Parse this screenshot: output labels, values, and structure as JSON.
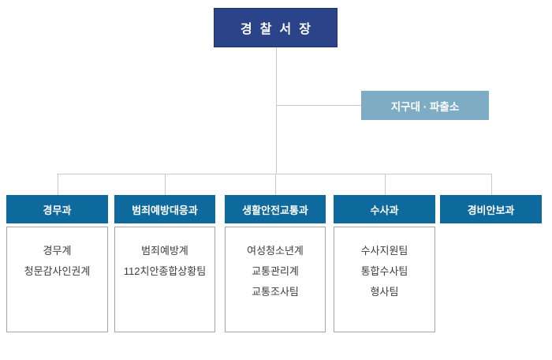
{
  "colors": {
    "navy": "#2a4389",
    "teal": "#0e699c",
    "light_blue": "#7dacc4",
    "line": "#c9c9c9",
    "box_border": "#a5a5a5",
    "item_text": "#3d3d3d"
  },
  "chief": {
    "label": "경찰서장"
  },
  "substation": {
    "label": "지구대 · 파출소"
  },
  "departments": [
    {
      "name": "경무과",
      "teams": [
        "경무계",
        "청문감사인권계"
      ]
    },
    {
      "name": "범죄예방대응과",
      "teams": [
        "범죄예방계",
        "112치안종합상황팀"
      ]
    },
    {
      "name": "생활안전교통과",
      "teams": [
        "여성청소년계",
        "교통관리계",
        "교통조사팀"
      ]
    },
    {
      "name": "수사과",
      "teams": [
        "수사지원팀",
        "통합수사팀",
        "형사팀"
      ]
    },
    {
      "name": "경비안보과",
      "teams": []
    }
  ]
}
